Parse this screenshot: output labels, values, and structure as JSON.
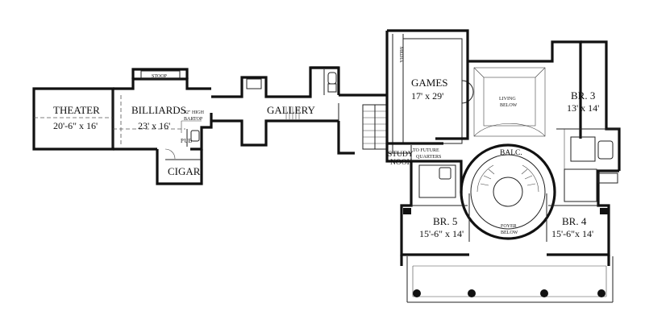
{
  "rooms": {
    "theater": {
      "name": "THEATER",
      "dims": "20'-6\" x 16'"
    },
    "billiards": {
      "name": "BILLIARDS",
      "dims": "23' x 16'"
    },
    "bartop": {
      "line1": "42\" HIGH",
      "line2": "BARTOP"
    },
    "pub": {
      "name": "PUB"
    },
    "cigar": {
      "name": "CIGAR"
    },
    "stoop": {
      "name": "STOOP"
    },
    "gallery": {
      "name": "GALLERY"
    },
    "media": {
      "name": "MEDIA"
    },
    "games": {
      "name": "GAMES",
      "dims": "17' x 29'"
    },
    "living_below": {
      "line1": "LIVING",
      "line2": "BELOW"
    },
    "br3": {
      "name": "BR. 3",
      "dims": "13' x 14'"
    },
    "study_nook": {
      "line1": "STUDY",
      "line2": "NOOK"
    },
    "future_quarters": {
      "line1": "TO FUTURE",
      "line2": "QUARTERS"
    },
    "balc": {
      "name": "BALC."
    },
    "br5": {
      "name": "BR. 5",
      "dims": "15'-6\" x 14'"
    },
    "foyer_below": {
      "line1": "FOYER",
      "line2": "BELOW"
    },
    "br4": {
      "name": "BR. 4",
      "dims": "15'-6\"x 14'"
    }
  }
}
